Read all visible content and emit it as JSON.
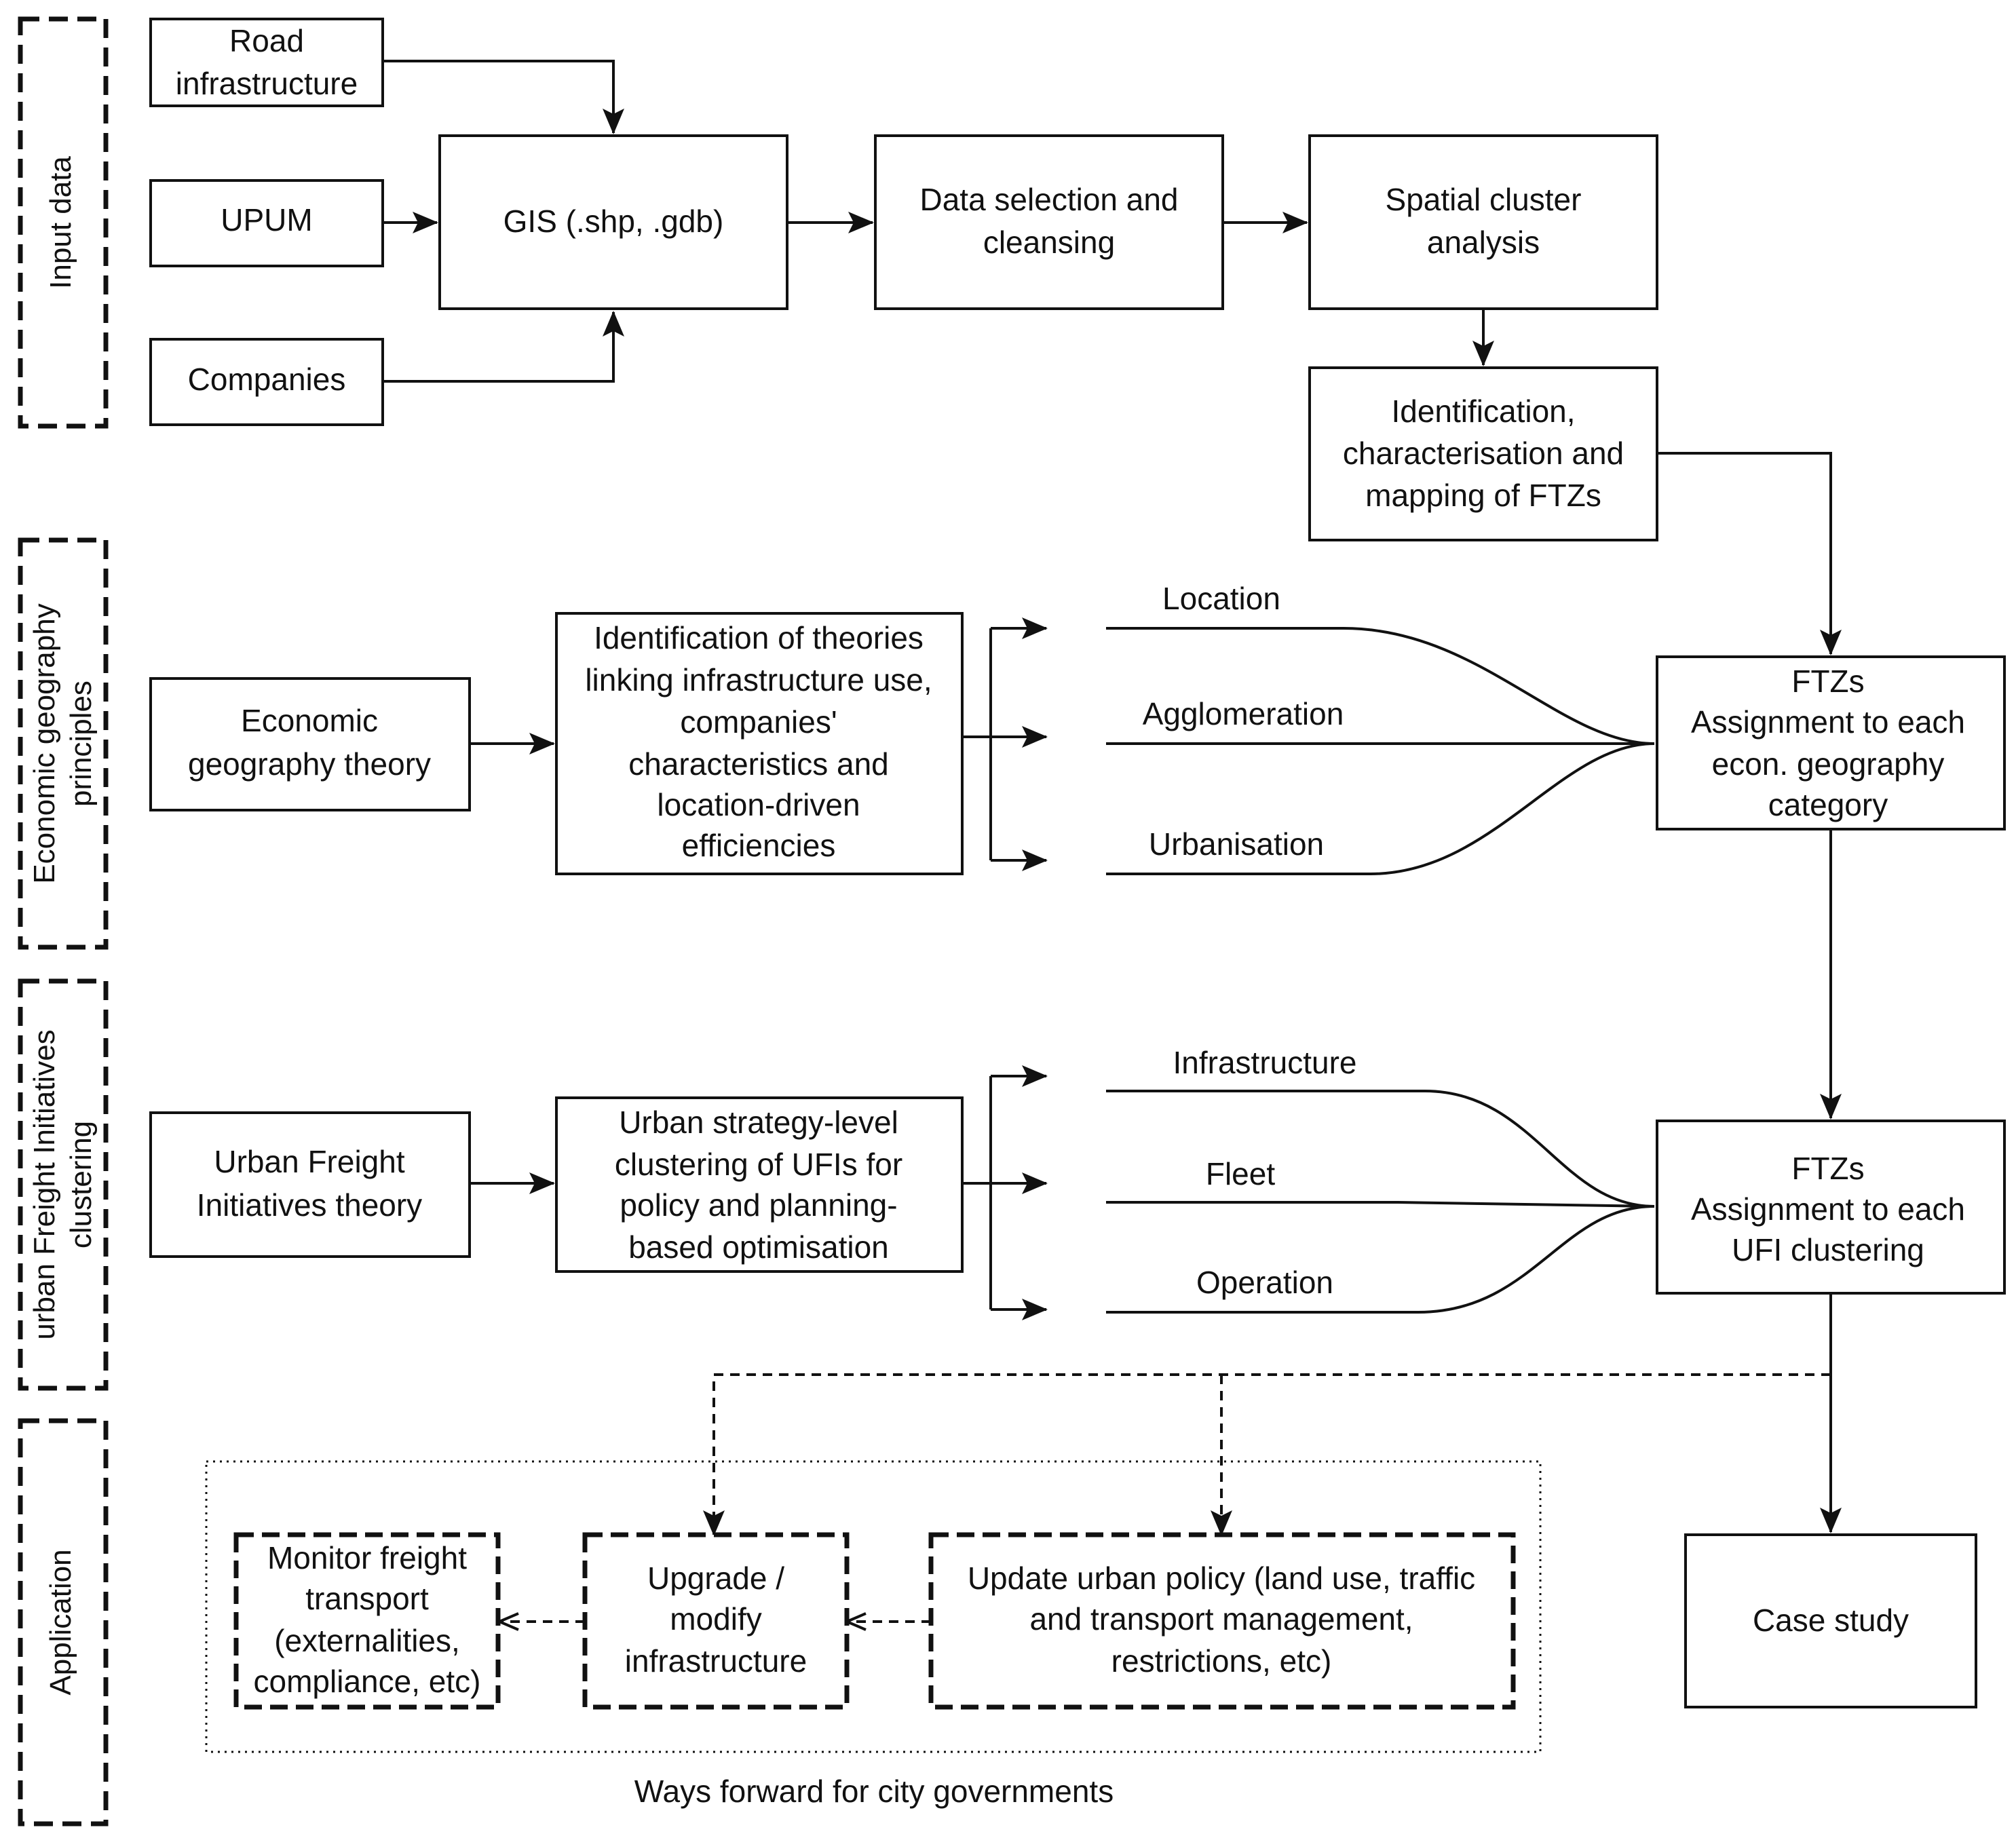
{
  "sections": {
    "input": "Input data",
    "economic": [
      "Economic geography",
      "principles"
    ],
    "ufi": [
      "urban Freight Initiatives",
      "clustering"
    ],
    "application": "Application"
  },
  "boxes": {
    "road": [
      "Road",
      "infrastructure"
    ],
    "upum": [
      "UPUM"
    ],
    "companies": [
      "Companies"
    ],
    "gis": [
      "GIS (.shp, .gdb)"
    ],
    "data_selection": [
      "Data selection and",
      "cleansing"
    ],
    "spatial_cluster": [
      "Spatial cluster",
      "analysis"
    ],
    "identification_ftz": [
      "Identification,",
      "characterisation and",
      "mapping of FTZs"
    ],
    "econ_theory": [
      "Economic",
      "geography theory"
    ],
    "theories": [
      "Identification of theories",
      "linking infrastructure use,",
      "companies'",
      "characteristics and",
      "location-driven",
      "efficiencies"
    ],
    "ftz_econ": [
      "FTZs",
      "Assignment to each",
      "econ. geography",
      "category"
    ],
    "ufi_theory": [
      "Urban Freight",
      "Initiatives theory"
    ],
    "ufi_strategy": [
      "Urban strategy-level",
      "clustering of UFIs for",
      "policy and planning-",
      "based optimisation"
    ],
    "ftz_ufi": [
      "FTZs",
      "Assignment to each",
      "UFI clustering"
    ],
    "case_study": [
      "Case study"
    ],
    "monitor": [
      "Monitor freight",
      "transport",
      "(externalities,",
      "compliance, etc)"
    ],
    "upgrade": [
      "Upgrade /",
      "modify",
      "infrastructure"
    ],
    "update_policy": [
      "Update urban policy (land use, traffic",
      "and transport management,",
      "restrictions, etc)"
    ]
  },
  "branches": {
    "econ": [
      "Location",
      "Agglomeration",
      "Urbanisation"
    ],
    "ufi": [
      "Infrastructure",
      "Fleet",
      "Operation"
    ]
  },
  "caption": "Ways forward for city governments"
}
